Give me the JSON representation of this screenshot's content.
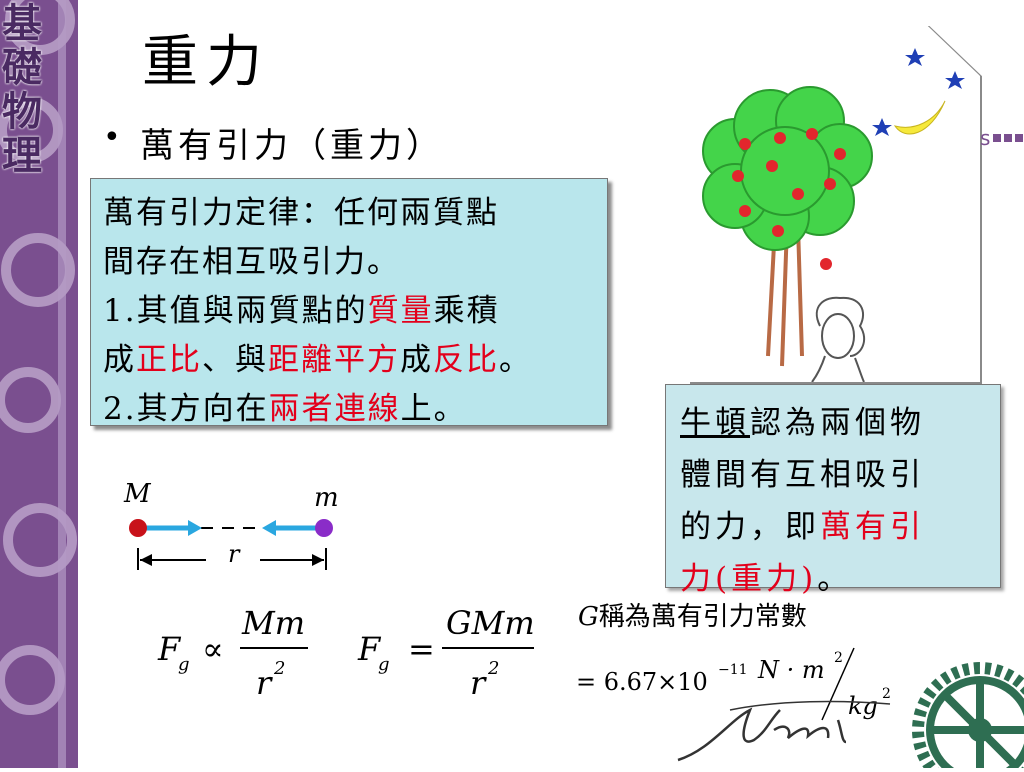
{
  "sidebar": {
    "title_chars": [
      "基",
      "礎",
      "物",
      "理"
    ]
  },
  "slide": {
    "title": "重力",
    "bullet_dot": "•",
    "bullet": "萬有引力（重力）"
  },
  "law_box": {
    "line1": "萬有引力定律：任何兩質點",
    "line2": "間存在相互吸引力。",
    "line3_a": "1.其值與兩質點的",
    "line3_red": "質量",
    "line3_b": "乘積",
    "line4_a": "成",
    "line4_red1": "正比",
    "line4_b": "、與",
    "line4_red2": "距離平方",
    "line4_c": "成",
    "line4_red3": "反比",
    "line4_d": "。",
    "line5_a": "2.其方向在",
    "line5_red": "兩者連線",
    "line5_b": "上。"
  },
  "newton_box": {
    "name": "牛頓",
    "line1_rest": "認為兩個物",
    "line2": "體間有互相吸引",
    "line3_a": "的力，即",
    "line3_red": "萬有引",
    "line4_red": "力(重力)",
    "line4_b": "。"
  },
  "diagram": {
    "mass_big": "M",
    "mass_small": "m",
    "distance": "r"
  },
  "formulas": {
    "f": "F",
    "g_sub": "g",
    "prop": "∝",
    "eq": "=",
    "num1": "Mm",
    "num2": "GMm",
    "den": "r",
    "den_exp": "2"
  },
  "constant": {
    "label_sym": "G",
    "label_text": "稱為萬有引力常數",
    "value": "= 6.67×10",
    "exponent": "−11",
    "unit_num": "N · m",
    "unit_num_exp": "2",
    "unit_den": "kg",
    "unit_den_exp": "2"
  },
  "colors": {
    "accent_red": "#e3001b",
    "box_bg": "#b9e6ec",
    "sidebar": "#7a4f8f"
  }
}
